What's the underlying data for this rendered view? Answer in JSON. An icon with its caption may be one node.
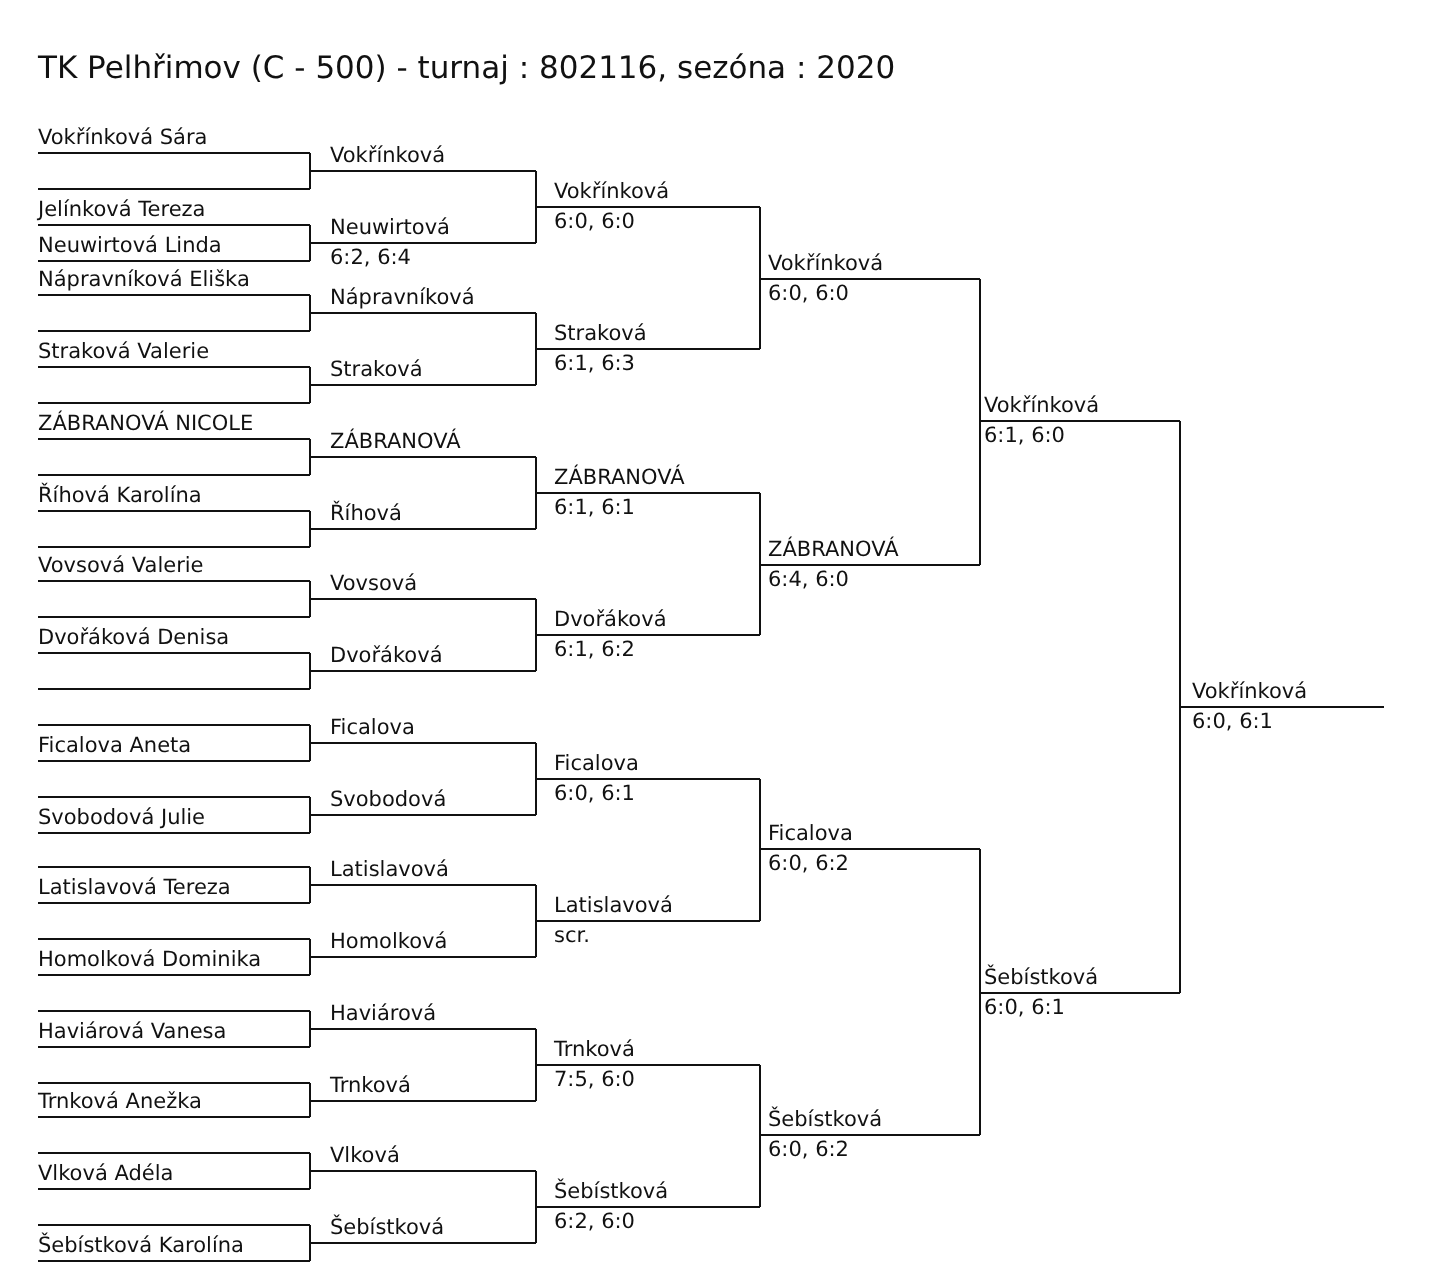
{
  "diagram": {
    "title": "TK Pelhřimov (C - 500) - turnaj : 802116, sezóna : 2020",
    "nodes": [
      {
        "text": [
          "Vokřínková Sára"
        ]
      },
      {
        "text": [],
        "shape": "bar"
      },
      {
        "text": [
          "Jelínková Tereza"
        ]
      },
      {
        "text": [
          "Neuwirtová Linda"
        ]
      },
      {
        "text": [
          "Nápravníková Eliška"
        ]
      },
      {
        "text": [],
        "shape": "bar"
      },
      {
        "text": [
          "Straková Valerie"
        ]
      },
      {
        "text": [],
        "shape": "bar"
      },
      {
        "text": [
          "ZÁBRANOVÁ NICOLE"
        ]
      },
      {
        "text": [],
        "shape": "bar"
      },
      {
        "text": [
          "Říhová Karolína"
        ]
      },
      {
        "text": [],
        "shape": "bar"
      },
      {
        "text": [
          "Vovsová Valerie"
        ]
      },
      {
        "text": [],
        "shape": "bar"
      },
      {
        "text": [
          "Dvořáková Denisa"
        ]
      },
      {
        "text": [],
        "shape": "bar"
      },
      {
        "text": [],
        "shape": "bar"
      },
      {
        "text": [
          "Ficalova Aneta"
        ]
      },
      {
        "text": [],
        "shape": "bar"
      },
      {
        "text": [
          "Svobodová Julie"
        ]
      },
      {
        "text": [],
        "shape": "bar"
      },
      {
        "text": [
          "Latislavová Tereza"
        ]
      },
      {
        "text": [],
        "shape": "bar"
      },
      {
        "text": [
          "Homolková Dominika"
        ]
      },
      {
        "text": [],
        "shape": "bar"
      },
      {
        "text": [
          "Haviárová Vanesa"
        ]
      },
      {
        "text": [],
        "shape": "bar"
      },
      {
        "text": [
          "Trnková Anežka"
        ]
      },
      {
        "text": [],
        "shape": "bar"
      },
      {
        "text": [
          "Vlková Adéla"
        ]
      },
      {
        "text": [],
        "shape": "bar"
      },
      {
        "text": [
          "Šebístková Karolína"
        ]
      },
      {
        "text": [
          "Vokřínková"
        ]
      },
      {
        "text": [
          "Neuwirtová",
          "6:2, 6:4"
        ]
      },
      {
        "text": [
          "Nápravníková"
        ]
      },
      {
        "text": [
          "Straková"
        ]
      },
      {
        "text": [
          "ZÁBRANOVÁ"
        ]
      },
      {
        "text": [
          "Říhová"
        ]
      },
      {
        "text": [
          "Vovsová"
        ]
      },
      {
        "text": [
          "Dvořáková"
        ]
      },
      {
        "text": [
          "Ficalova"
        ]
      },
      {
        "text": [
          "Svobodová"
        ]
      },
      {
        "text": [
          "Latislavová"
        ]
      },
      {
        "text": [
          "Homolková"
        ]
      },
      {
        "text": [
          "Haviárová"
        ]
      },
      {
        "text": [
          "Trnková"
        ]
      },
      {
        "text": [
          "Vlková"
        ]
      },
      {
        "text": [
          "Šebístková"
        ]
      },
      {
        "text": [
          "Vokřínková",
          "6:0, 6:0"
        ]
      },
      {
        "text": [
          "Straková",
          "6:1, 6:3"
        ]
      },
      {
        "text": [
          "ZÁBRANOVÁ",
          "6:1, 6:1"
        ]
      },
      {
        "text": [
          "Dvořáková",
          "6:1, 6:2"
        ]
      },
      {
        "text": [
          "Ficalova",
          "6:0, 6:1"
        ]
      },
      {
        "text": [
          "Latislavová",
          "scr."
        ]
      },
      {
        "text": [
          "Trnková",
          "7:5, 6:0"
        ]
      },
      {
        "text": [
          "Šebístková",
          "6:2, 6:0"
        ]
      },
      {
        "text": [
          "Vokřínková",
          "6:0, 6:0"
        ]
      },
      {
        "text": [
          "ZÁBRANOVÁ",
          "6:4, 6:0"
        ]
      },
      {
        "text": [
          "Ficalova",
          "6:0, 6:2"
        ]
      },
      {
        "text": [
          "Šebístková",
          "6:0, 6:2"
        ]
      },
      {
        "text": [
          "Vokřínková",
          "6:1, 6:0"
        ]
      },
      {
        "text": [
          "Šebístková",
          "6:0, 6:1"
        ]
      },
      {
        "text": [
          "Vokřínková",
          "6:0, 6:1"
        ]
      }
    ],
    "edges": [
      {
        "from": 0,
        "to": 32,
        "arrow": "none"
      },
      {
        "from": 1,
        "to": 32,
        "arrow": "none"
      },
      {
        "from": 2,
        "to": 33,
        "arrow": "none"
      },
      {
        "from": 3,
        "to": 33,
        "arrow": "none"
      },
      {
        "from": 4,
        "to": 34,
        "arrow": "none"
      },
      {
        "from": 5,
        "to": 34,
        "arrow": "none"
      },
      {
        "from": 6,
        "to": 35,
        "arrow": "none"
      },
      {
        "from": 7,
        "to": 35,
        "arrow": "none"
      },
      {
        "from": 8,
        "to": 36,
        "arrow": "none"
      },
      {
        "from": 9,
        "to": 36,
        "arrow": "none"
      },
      {
        "from": 10,
        "to": 37,
        "arrow": "none"
      },
      {
        "from": 11,
        "to": 37,
        "arrow": "none"
      },
      {
        "from": 12,
        "to": 38,
        "arrow": "none"
      },
      {
        "from": 13,
        "to": 38,
        "arrow": "none"
      },
      {
        "from": 14,
        "to": 39,
        "arrow": "none"
      },
      {
        "from": 15,
        "to": 39,
        "arrow": "none"
      },
      {
        "from": 16,
        "to": 40,
        "arrow": "none"
      },
      {
        "from": 17,
        "to": 40,
        "arrow": "none"
      },
      {
        "from": 18,
        "to": 41,
        "arrow": "none"
      },
      {
        "from": 19,
        "to": 41,
        "arrow": "none"
      },
      {
        "from": 20,
        "to": 42,
        "arrow": "none"
      },
      {
        "from": 21,
        "to": 42,
        "arrow": "none"
      },
      {
        "from": 22,
        "to": 43,
        "arrow": "none"
      },
      {
        "from": 23,
        "to": 43,
        "arrow": "none"
      },
      {
        "from": 24,
        "to": 44,
        "arrow": "none"
      },
      {
        "from": 25,
        "to": 44,
        "arrow": "none"
      },
      {
        "from": 26,
        "to": 45,
        "arrow": "none"
      },
      {
        "from": 27,
        "to": 45,
        "arrow": "none"
      },
      {
        "from": 28,
        "to": 46,
        "arrow": "none"
      },
      {
        "from": 29,
        "to": 46,
        "arrow": "none"
      },
      {
        "from": 30,
        "to": 47,
        "arrow": "none"
      },
      {
        "from": 31,
        "to": 47,
        "arrow": "none"
      },
      {
        "from": 32,
        "to": 48,
        "arrow": "none"
      },
      {
        "from": 33,
        "to": 48,
        "arrow": "none"
      },
      {
        "from": 34,
        "to": 49,
        "arrow": "none"
      },
      {
        "from": 35,
        "to": 49,
        "arrow": "none"
      },
      {
        "from": 36,
        "to": 50,
        "arrow": "none"
      },
      {
        "from": 37,
        "to": 50,
        "arrow": "none"
      },
      {
        "from": 38,
        "to": 51,
        "arrow": "none"
      },
      {
        "from": 39,
        "to": 51,
        "arrow": "none"
      },
      {
        "from": 40,
        "to": 52,
        "arrow": "none"
      },
      {
        "from": 41,
        "to": 52,
        "arrow": "none"
      },
      {
        "from": 42,
        "to": 53,
        "arrow": "none"
      },
      {
        "from": 43,
        "to": 53,
        "arrow": "none"
      },
      {
        "from": 44,
        "to": 54,
        "arrow": "none"
      },
      {
        "from": 45,
        "to": 54,
        "arrow": "none"
      },
      {
        "from": 46,
        "to": 55,
        "arrow": "none"
      },
      {
        "from": 47,
        "to": 55,
        "arrow": "none"
      },
      {
        "from": 48,
        "to": 56,
        "arrow": "none"
      },
      {
        "from": 49,
        "to": 56,
        "arrow": "none"
      },
      {
        "from": 50,
        "to": 57,
        "arrow": "none"
      },
      {
        "from": 51,
        "to": 57,
        "arrow": "none"
      },
      {
        "from": 52,
        "to": 58,
        "arrow": "none"
      },
      {
        "from": 53,
        "to": 58,
        "arrow": "none"
      },
      {
        "from": 54,
        "to": 59,
        "arrow": "none"
      },
      {
        "from": 55,
        "to": 59,
        "arrow": "none"
      },
      {
        "from": 56,
        "to": 60,
        "arrow": "none"
      },
      {
        "from": 57,
        "to": 60,
        "arrow": "none"
      },
      {
        "from": 58,
        "to": 61,
        "arrow": "none"
      },
      {
        "from": 59,
        "to": 61,
        "arrow": "none"
      },
      {
        "from": 60,
        "to": 62,
        "arrow": "none"
      },
      {
        "from": 61,
        "to": 62,
        "arrow": "none"
      }
    ]
  }
}
